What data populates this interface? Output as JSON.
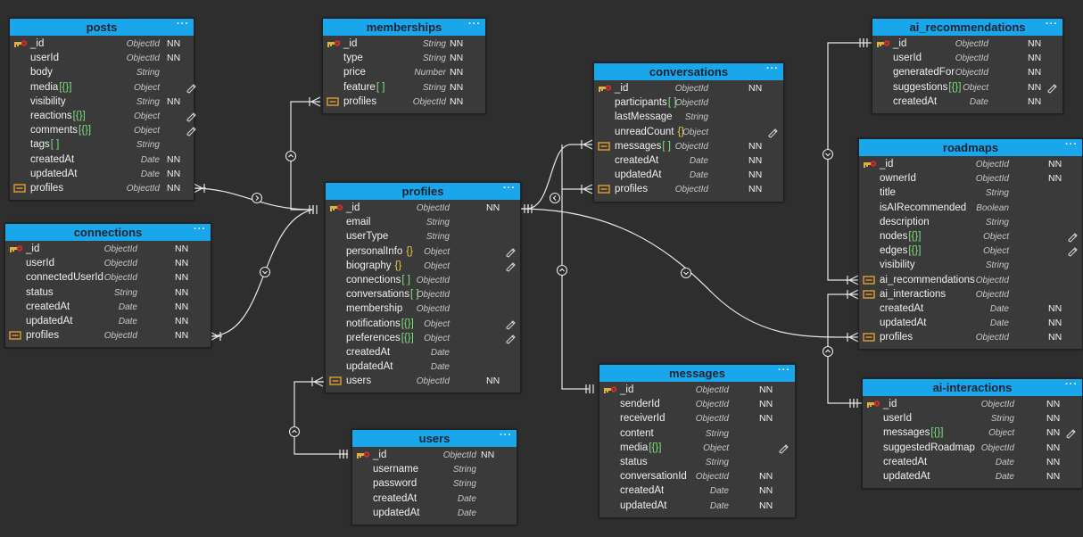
{
  "entities": [
    {
      "id": "posts",
      "title": "posts",
      "fields": [
        {
          "name": "_id",
          "type": "ObjectId",
          "nn": "NN",
          "icon": "key"
        },
        {
          "name": "userId",
          "type": "ObjectId",
          "nn": "NN"
        },
        {
          "name": "body",
          "type": "String",
          "nn": ""
        },
        {
          "name": "media",
          "mark": "[{}]",
          "type": "Object",
          "nn": "",
          "edit": true
        },
        {
          "name": "visibility",
          "type": "String",
          "nn": "NN"
        },
        {
          "name": "reactions",
          "mark": "[{}]",
          "type": "Object",
          "nn": "",
          "edit": true
        },
        {
          "name": "comments",
          "mark": "[{}]",
          "type": "Object",
          "nn": "",
          "edit": true
        },
        {
          "name": "tags",
          "mark": "[ ]",
          "type": "String",
          "nn": ""
        },
        {
          "name": "createdAt",
          "type": "Date",
          "nn": "NN"
        },
        {
          "name": "updatedAt",
          "type": "Date",
          "nn": "NN"
        },
        {
          "name": "profiles",
          "type": "ObjectId",
          "nn": "NN",
          "icon": "ref"
        }
      ]
    },
    {
      "id": "memberships",
      "title": "memberships",
      "fields": [
        {
          "name": "_id",
          "type": "String",
          "nn": "NN",
          "icon": "key"
        },
        {
          "name": "type",
          "type": "String",
          "nn": "NN"
        },
        {
          "name": "price",
          "type": "Number",
          "nn": "NN"
        },
        {
          "name": "feature",
          "mark": "[ ]",
          "type": "String",
          "nn": "NN"
        },
        {
          "name": "profiles",
          "type": "ObjectId",
          "nn": "NN",
          "icon": "ref"
        }
      ]
    },
    {
      "id": "connections",
      "title": "connections",
      "fields": [
        {
          "name": "_id",
          "type": "ObjectId",
          "nn": "NN",
          "icon": "key"
        },
        {
          "name": "userId",
          "type": "ObjectId",
          "nn": "NN"
        },
        {
          "name": "connectedUserId",
          "type": "ObjectId",
          "nn": "NN"
        },
        {
          "name": "status",
          "type": "String",
          "nn": "NN"
        },
        {
          "name": "createdAt",
          "type": "Date",
          "nn": "NN"
        },
        {
          "name": "updatedAt",
          "type": "Date",
          "nn": "NN"
        },
        {
          "name": "profiles",
          "type": "ObjectId",
          "nn": "NN",
          "icon": "ref"
        }
      ]
    },
    {
      "id": "profiles",
      "title": "profiles",
      "fields": [
        {
          "name": "_id",
          "type": "ObjectId",
          "nn": "NN",
          "icon": "key"
        },
        {
          "name": "email",
          "type": "String",
          "nn": ""
        },
        {
          "name": "userType",
          "type": "String",
          "nn": ""
        },
        {
          "name": "personalInfo",
          "mark": "{}",
          "markClass": "obj",
          "type": "Object",
          "nn": "",
          "edit": true
        },
        {
          "name": "biography",
          "mark": "{}",
          "markClass": "obj",
          "type": "Object",
          "nn": "",
          "edit": true
        },
        {
          "name": "connections",
          "mark": "[ ]",
          "type": "ObjectId",
          "nn": ""
        },
        {
          "name": "conversations",
          "mark": "[ ]",
          "type": "ObjectId",
          "nn": ""
        },
        {
          "name": "membership",
          "type": "ObjectId",
          "nn": ""
        },
        {
          "name": "notifications",
          "mark": "[{}]",
          "type": "Object",
          "nn": "",
          "edit": true
        },
        {
          "name": "preferences",
          "mark": "[{}]",
          "type": "Object",
          "nn": "",
          "edit": true
        },
        {
          "name": "createdAt",
          "type": "Date",
          "nn": ""
        },
        {
          "name": "updatedAt",
          "type": "Date",
          "nn": ""
        },
        {
          "name": "users",
          "type": "ObjectId",
          "nn": "NN",
          "icon": "ref"
        }
      ]
    },
    {
      "id": "users",
      "title": "users",
      "fields": [
        {
          "name": "_id",
          "type": "ObjectId",
          "nn": "NN",
          "icon": "key"
        },
        {
          "name": "username",
          "type": "String",
          "nn": ""
        },
        {
          "name": "password",
          "type": "String",
          "nn": ""
        },
        {
          "name": "createdAt",
          "type": "Date",
          "nn": ""
        },
        {
          "name": "updatedAt",
          "type": "Date",
          "nn": ""
        }
      ]
    },
    {
      "id": "conversations",
      "title": "conversations",
      "fields": [
        {
          "name": "_id",
          "type": "ObjectId",
          "nn": "NN",
          "icon": "key"
        },
        {
          "name": "participants",
          "mark": "[ ]",
          "type": "ObjectId",
          "nn": ""
        },
        {
          "name": "lastMessage",
          "type": "String",
          "nn": ""
        },
        {
          "name": "unreadCount",
          "mark": "{}",
          "markClass": "obj",
          "type": "Object",
          "nn": "",
          "edit": true
        },
        {
          "name": "messages",
          "mark": "[ ]",
          "type": "ObjectId",
          "nn": "NN",
          "icon": "ref"
        },
        {
          "name": "createdAt",
          "type": "Date",
          "nn": "NN"
        },
        {
          "name": "updatedAt",
          "type": "Date",
          "nn": "NN"
        },
        {
          "name": "profiles",
          "type": "ObjectId",
          "nn": "NN",
          "icon": "ref"
        }
      ]
    },
    {
      "id": "messages",
      "title": "messages",
      "fields": [
        {
          "name": "_id",
          "type": "ObjectId",
          "nn": "NN",
          "icon": "key"
        },
        {
          "name": "senderId",
          "type": "ObjectId",
          "nn": "NN"
        },
        {
          "name": "receiverId",
          "type": "ObjectId",
          "nn": "NN"
        },
        {
          "name": "content",
          "type": "String",
          "nn": ""
        },
        {
          "name": "media",
          "mark": "[{}]",
          "type": "Object",
          "nn": "",
          "edit": true
        },
        {
          "name": "status",
          "type": "String",
          "nn": ""
        },
        {
          "name": "conversationId",
          "type": "ObjectId",
          "nn": "NN"
        },
        {
          "name": "createdAt",
          "type": "Date",
          "nn": "NN"
        },
        {
          "name": "updatedAt",
          "type": "Date",
          "nn": "NN"
        }
      ]
    },
    {
      "id": "ai_recommendations",
      "title": "ai_recommendations",
      "fields": [
        {
          "name": "_id",
          "type": "ObjectId",
          "nn": "NN",
          "icon": "key"
        },
        {
          "name": "userId",
          "type": "ObjectId",
          "nn": "NN"
        },
        {
          "name": "generatedFor",
          "type": "ObjectId",
          "nn": "NN"
        },
        {
          "name": "suggestions",
          "mark": "[{}]",
          "type": "Object",
          "nn": "NN",
          "edit": true
        },
        {
          "name": "createdAt",
          "type": "Date",
          "nn": "NN"
        }
      ]
    },
    {
      "id": "roadmaps",
      "title": "roadmaps",
      "fields": [
        {
          "name": "_id",
          "type": "ObjectId",
          "nn": "NN",
          "icon": "key"
        },
        {
          "name": "ownerId",
          "type": "ObjectId",
          "nn": "NN"
        },
        {
          "name": "title",
          "type": "String",
          "nn": ""
        },
        {
          "name": "isAIRecommended",
          "type": "Boolean",
          "nn": ""
        },
        {
          "name": "description",
          "type": "String",
          "nn": ""
        },
        {
          "name": "nodes",
          "mark": "[{}]",
          "type": "Object",
          "nn": "",
          "edit": true
        },
        {
          "name": "edges",
          "mark": "[{}]",
          "type": "Object",
          "nn": "",
          "edit": true
        },
        {
          "name": "visibility",
          "type": "String",
          "nn": ""
        },
        {
          "name": "ai_recommendations",
          "type": "ObjectId",
          "nn": "",
          "icon": "ref"
        },
        {
          "name": "ai_interactions",
          "type": "ObjectId",
          "nn": "",
          "icon": "ref"
        },
        {
          "name": "createdAt",
          "type": "Date",
          "nn": "NN"
        },
        {
          "name": "updatedAt",
          "type": "Date",
          "nn": "NN"
        },
        {
          "name": "profiles",
          "type": "ObjectId",
          "nn": "NN",
          "icon": "ref"
        }
      ]
    },
    {
      "id": "ai-interactions",
      "title": "ai-interactions",
      "fields": [
        {
          "name": "_id",
          "type": "ObjectId",
          "nn": "NN",
          "icon": "key"
        },
        {
          "name": "userId",
          "type": "String",
          "nn": "NN"
        },
        {
          "name": "messages",
          "mark": "[{}]",
          "type": "Object",
          "nn": "NN",
          "edit": true
        },
        {
          "name": "suggestedRoadmap",
          "type": "ObjectId",
          "nn": "NN"
        },
        {
          "name": "createdAt",
          "type": "Date",
          "nn": "NN"
        },
        {
          "name": "updatedAt",
          "type": "Date",
          "nn": "NN"
        }
      ]
    }
  ],
  "menu_label": "···",
  "colors": {
    "header": "#1aa6ea",
    "body": "#3a3a3a",
    "background": "#2e2e2e",
    "line": "#e6e6e6"
  }
}
